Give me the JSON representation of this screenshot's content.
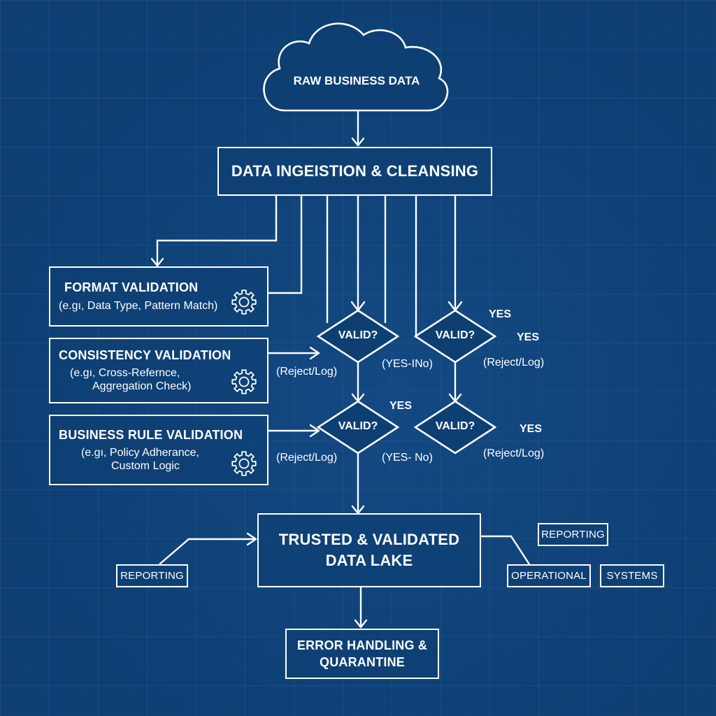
{
  "diagram": {
    "background_color": "#0d3f73",
    "line_color": "#ffffff",
    "source": {
      "label": "RAW BUSINESS DATA",
      "shape": "cloud"
    },
    "ingestion": {
      "label": "DATA INGEISTION & CLEANSING"
    },
    "validations": [
      {
        "title": "FORMAT VALIDATION",
        "detail_lines": [
          "(e.gı, Data Type, Pattern Match)"
        ],
        "icon": "gear-icon"
      },
      {
        "title": "CONSISTENCY VALIDATION",
        "detail_lines": [
          "(e.gı, Cross-Refernce,",
          "Aggregation Check)"
        ],
        "icon": "gear-icon"
      },
      {
        "title": "BUSINESS RULE VALIDATION",
        "detail_lines": [
          "(e.gı, Policy Adherance,",
          "Custom Logic"
        ],
        "icon": "gear-icon"
      }
    ],
    "decisions": [
      {
        "label": "VALID?"
      },
      {
        "label": "VALID?"
      },
      {
        "label": "VALID?"
      },
      {
        "label": "VALID?"
      }
    ],
    "annotations": {
      "reject_log_1": "(Reject/Log)",
      "reject_log_2": "(Reject/Log)",
      "reject_log_3": "(Reject/Log)",
      "reject_log_4": "(Reject/Log)",
      "yes_no_1": "(YES-INo)",
      "yes_no_2": "(YES- No)",
      "yes_1": "YES",
      "yes_2": "YES",
      "yes_3": "YES",
      "yes_4": "YES"
    },
    "data_lake": {
      "line1": "TRUSTED & VALIDATED",
      "line2": "DATA LAKE"
    },
    "error_handling": {
      "line1": "ERROR HANDLING &",
      "line2": "QUARANTINE"
    },
    "outputs": {
      "reporting_left": "REPORTING",
      "reporting_right": "REPORTING",
      "operational": "OPERATIONAL",
      "systems": "SYSTEMS"
    }
  }
}
